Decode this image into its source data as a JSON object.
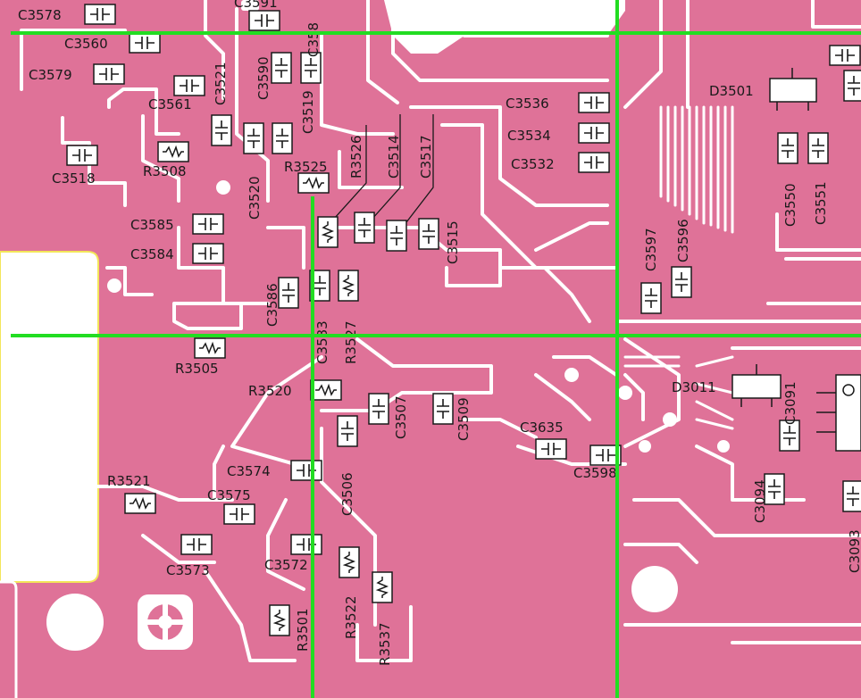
{
  "colors": {
    "copper": "#df7298",
    "clearance": "#ffffff",
    "grid_line": "#22dd22",
    "silkscreen": "#1a1a1a"
  },
  "components": {
    "c3578": "C3578",
    "c3560": "C3560",
    "c3579": "C3579",
    "c3561": "C3561",
    "c3518": "C3518",
    "r3508": "R3508",
    "c3521": "C3521",
    "c3590": "C3590",
    "c3558": "C358",
    "c3591": "C3591",
    "c3520": "C3520",
    "c3519": "C3519",
    "r3525": "R3525",
    "r3526": "R3526",
    "c3514": "C3514",
    "c3517": "C3517",
    "c3515": "C3515",
    "c3585": "C3585",
    "c3584": "C3584",
    "c3586": "C3586",
    "c3583": "C3583",
    "r3527": "R3527",
    "c3536": "C3536",
    "c3534": "C3534",
    "c3532": "C3532",
    "d3501": "D3501",
    "c3550": "C3550",
    "c3551": "C3551",
    "c3597": "C3597",
    "c3596": "C3596",
    "r3505": "R3505",
    "r3520": "R3520",
    "c3507": "C3507",
    "c3509": "C3509",
    "c3506": "C3506",
    "d3011": "D3011",
    "c3091": "C3091",
    "c3635": "C3635",
    "c3598": "C3598",
    "c3574": "C3574",
    "r3521": "R3521",
    "c3575": "C3575",
    "c3573": "C3573",
    "c3572": "C3572",
    "r3522": "R3522",
    "r3537": "R3537",
    "r3501": "R3501",
    "c3094": "C3094",
    "c3093": "C3093"
  }
}
